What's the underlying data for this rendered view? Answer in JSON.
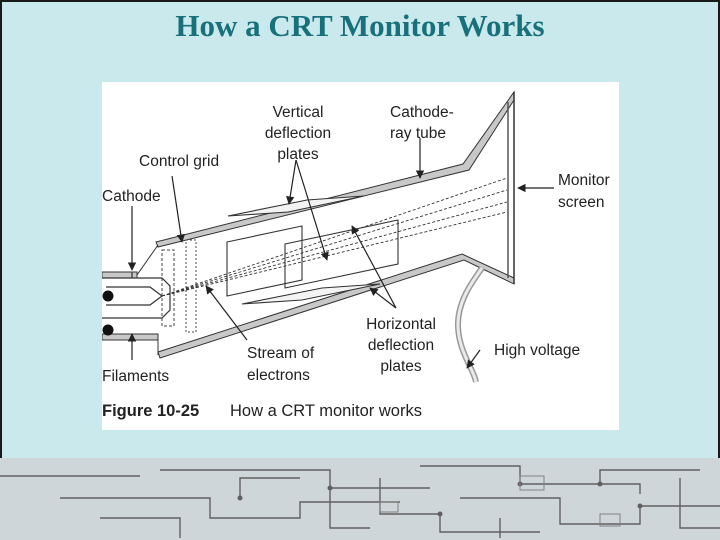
{
  "slide": {
    "title": "How a CRT Monitor Works",
    "background_color": "#c9e9ec",
    "title_color": "#17707a"
  },
  "figure": {
    "labels": {
      "vertical_plates": [
        "Vertical",
        "deflection",
        "plates"
      ],
      "crt": [
        "Cathode-",
        "ray tube"
      ],
      "control_grid": "Control grid",
      "cathode": "Cathode",
      "monitor_screen": [
        "Monitor",
        "screen"
      ],
      "horizontal_plates": [
        "Horizontal",
        "deflection",
        "plates"
      ],
      "stream": [
        "Stream of",
        "electrons"
      ],
      "high_voltage": "High voltage",
      "filaments": "Filaments"
    },
    "caption": {
      "number": "Figure 10-25",
      "text": "How a CRT monitor works"
    }
  }
}
